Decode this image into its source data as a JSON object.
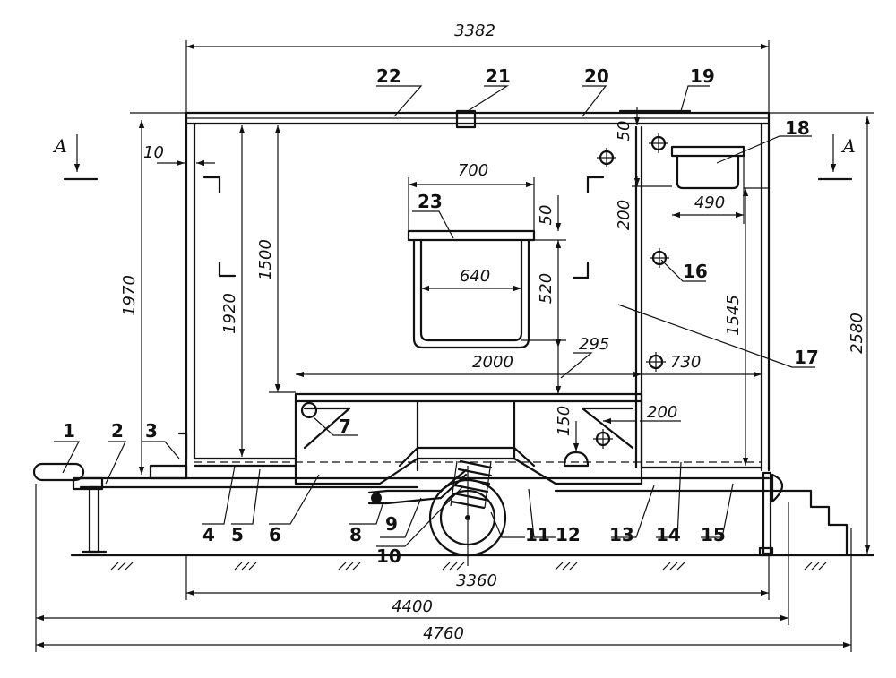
{
  "dimensions": {
    "top_length": "3382",
    "wall_offset": "10",
    "window_width": "700",
    "window_top": "50",
    "window_inner_width": "640",
    "window_height": "520",
    "side_window_top": "50",
    "side_window_inset": "200",
    "sink_width": "490",
    "entry_height": "1970",
    "interior_height": "1920",
    "door_height": "1500",
    "right_height": "1545",
    "total_height": "2580",
    "floor_gap": "295",
    "interior_length": "2000",
    "right_length": "730",
    "outlet_offset": "200",
    "outlet_height": "150",
    "body_length": "3360",
    "frame_length": "4400",
    "overall_length": "4760"
  },
  "callouts": [
    "1",
    "2",
    "3",
    "4",
    "5",
    "6",
    "7",
    "8",
    "9",
    "10",
    "11",
    "12",
    "13",
    "14",
    "15",
    "16",
    "17",
    "18",
    "19",
    "20",
    "21",
    "22",
    "23"
  ],
  "section_marks": {
    "left": "А",
    "right": "А"
  }
}
